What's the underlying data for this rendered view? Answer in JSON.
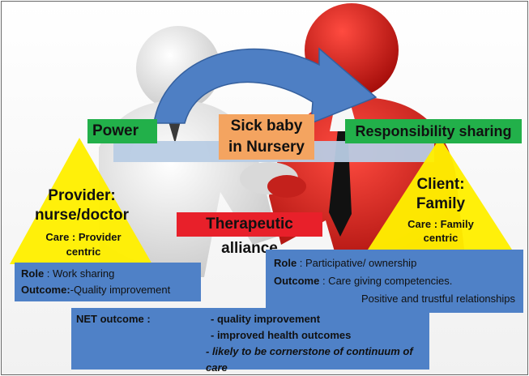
{
  "labels": {
    "power": "Power",
    "responsibility": "Responsibility sharing",
    "sick_baby_line1": "Sick baby",
    "sick_baby_line2": "in Nursery",
    "therapeutic": "Therapeutic alliance"
  },
  "provider": {
    "title_line1": "Provider:",
    "title_line2": "nurse/doctor",
    "care_line1": "Care : Provider",
    "care_line2": "centric"
  },
  "client": {
    "title_line1": "Client:",
    "title_line2": "Family",
    "care_line1": "Care : Family",
    "care_line2": "centric"
  },
  "left_box": {
    "role_label": "Role",
    "role_text": " : Work sharing",
    "outcome_label": "Outcome:",
    "outcome_text": "-Quality improvement"
  },
  "right_box": {
    "role_label": "Role",
    "role_text": " : Participative/ ownership",
    "outcome_label": "Outcome",
    "outcome_text": " : Care giving competencies.",
    "outcome_line2": "Positive and trustful relationships"
  },
  "net": {
    "label": "NET outcome :",
    "item1": "- quality improvement",
    "item2": "- improved health outcomes",
    "item3": "- likely to be cornerstone of continuum of care"
  },
  "colors": {
    "green": "#22b04a",
    "orange": "#f4a460",
    "red": "#e8202a",
    "yellow": "#ffef00",
    "blue": "#4f81c7"
  }
}
